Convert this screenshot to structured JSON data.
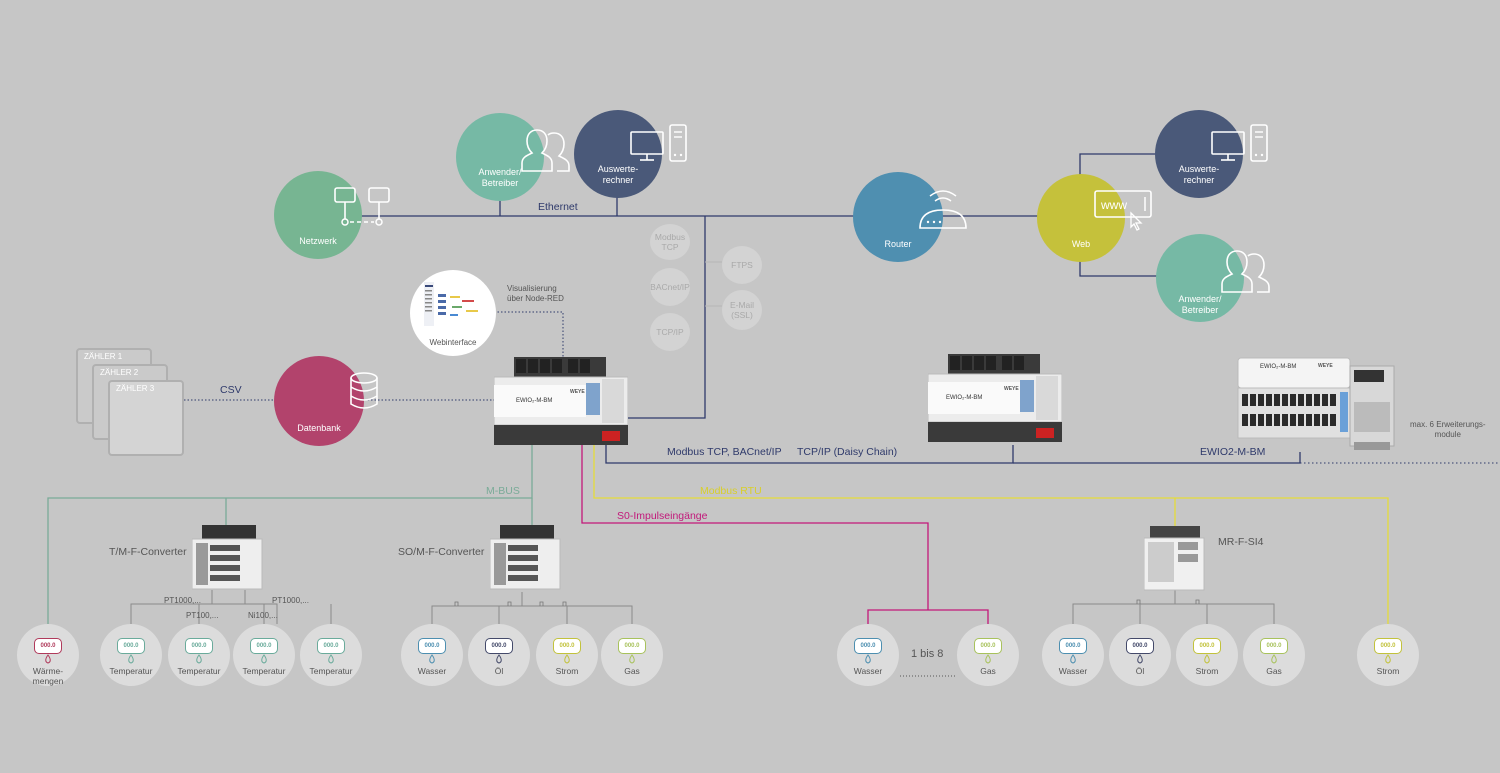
{
  "network": {
    "ethernet_label": "Ethernet",
    "netzwerk": "Netzwerk",
    "anwender": "Anwender/\nBetreiber",
    "auswerte": "Auswerte-\nrechner",
    "router": "Router",
    "web": "Web",
    "auswerte2": "Auswerte-\nrechner",
    "anwender2": "Anwender/\nBetreiber"
  },
  "protocols": {
    "modbus_tcp": "Modbus\nTCP",
    "bacnet_ip": "BACnet/IP",
    "tcp_ip": "TCP/IP",
    "ftps": "FTPS",
    "email": "E-Mail\n(SSL)"
  },
  "webinterface": {
    "label": "Webinterface",
    "visual": "Visualisierung\nüber Node-RED"
  },
  "datenbank": {
    "label": "Datenbank",
    "csv": "CSV",
    "z1": "ZÄHLER 1",
    "z2": "ZÄHLER 2",
    "z3": "ZÄHLER 3"
  },
  "devices": {
    "main_model": "EWIO₂-M-BM",
    "second_model": "EWIO₂-M-BM",
    "third_name": "EWIO2-M-BM",
    "third_badge": "EWIO₂-M-BM",
    "extension_note": "max. 6 Erweiterungs-\nmodule",
    "brand": "WEYE"
  },
  "buses": {
    "modbus_tcp_bacnet": "Modbus TCP, BACnet/IP",
    "daisy": "TCP/IP (Daisy Chain)",
    "mbus": "M-BUS",
    "modbus_rtu": "Modbus RTU",
    "s0": "S0-Impulseingänge"
  },
  "converters": {
    "tm": "T/M-F-Converter",
    "so": "SO/M-F-Converter",
    "mr": "MR-F-SI4"
  },
  "sensor_labels": {
    "pt1000a": "PT1000,...",
    "pt100": "PT100,...",
    "ni100": "Ni100,...",
    "pt1000b": "PT1000,..."
  },
  "range": "1 bis 8",
  "meter_display": "000.0",
  "meters": [
    {
      "label": "Wärme-\nmengen",
      "color": "#b03a5b"
    },
    {
      "label": "Temperatur",
      "color": "#6aab9b"
    },
    {
      "label": "Temperatur",
      "color": "#6aab9b"
    },
    {
      "label": "Temperatur",
      "color": "#6aab9b"
    },
    {
      "label": "Temperatur",
      "color": "#6aab9b"
    },
    {
      "label": "Wasser",
      "color": "#4d8fb0"
    },
    {
      "label": "Öl",
      "color": "#444a6a"
    },
    {
      "label": "Strom",
      "color": "#c2c23c"
    },
    {
      "label": "Gas",
      "color": "#a8c25c"
    },
    {
      "label": "Wasser",
      "color": "#4d8fb0"
    },
    {
      "label": "Gas",
      "color": "#a8c25c"
    },
    {
      "label": "Wasser",
      "color": "#4d8fb0"
    },
    {
      "label": "Öl",
      "color": "#444a6a"
    },
    {
      "label": "Strom",
      "color": "#c2c23c"
    },
    {
      "label": "Gas",
      "color": "#a8c25c"
    },
    {
      "label": "Strom",
      "color": "#c2c23c"
    }
  ],
  "colors": {
    "navy": "#2f3a6b",
    "green": "#7aab98",
    "yellow": "#e5dc3a",
    "magenta": "#c2187a",
    "netzwerk": "#77b592",
    "anwender": "#76b9a5",
    "auswerte": "#4a5979",
    "router": "#4f8fb0",
    "web": "#c5c13b",
    "datenbank": "#b2436c"
  }
}
